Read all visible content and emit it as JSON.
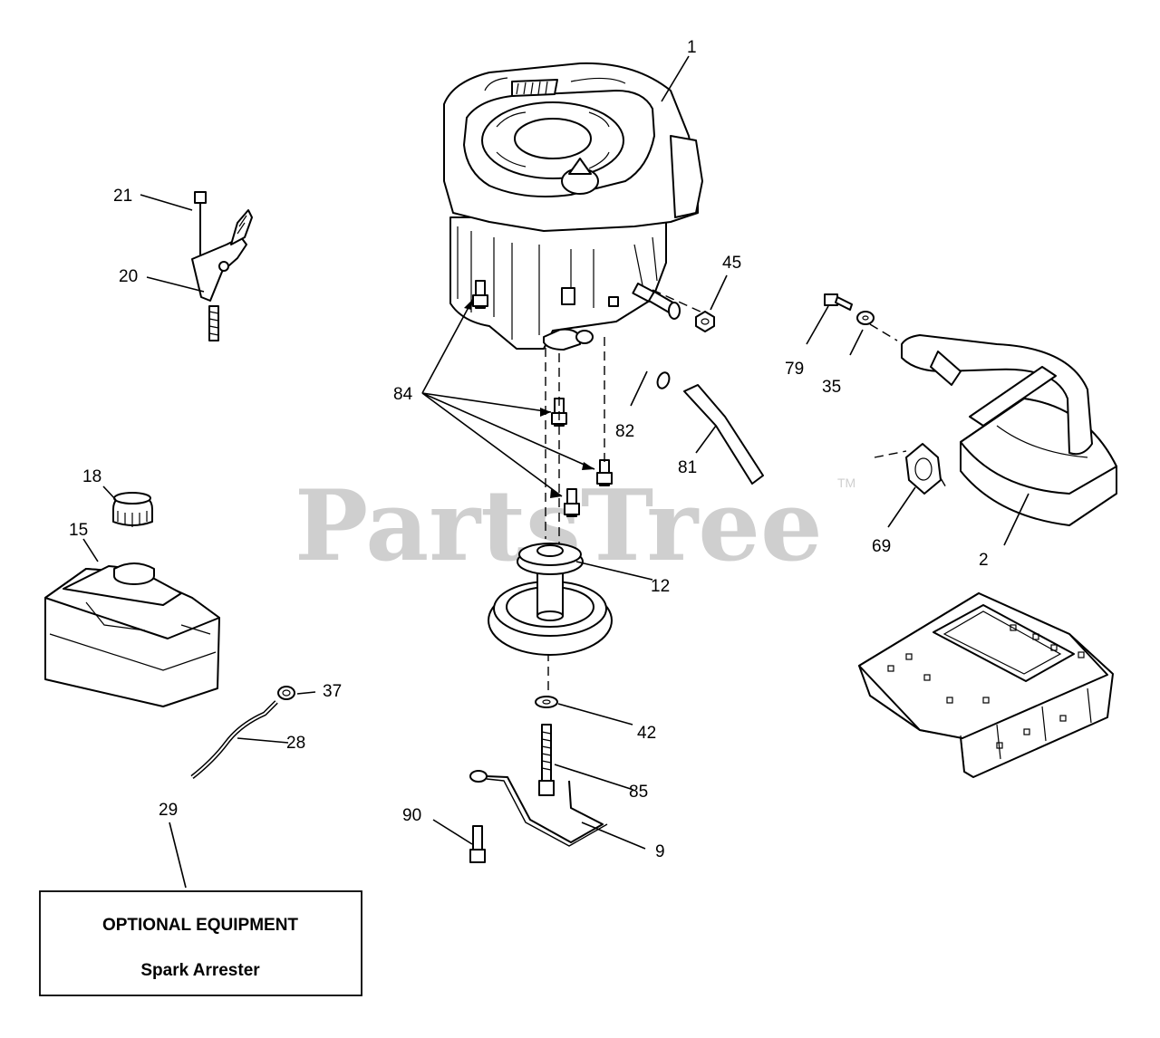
{
  "watermark": {
    "text": "PartsTree",
    "trademark": "TM"
  },
  "callouts": [
    {
      "id": "c1",
      "text": "1"
    },
    {
      "id": "c2",
      "text": "2"
    },
    {
      "id": "c9",
      "text": "9"
    },
    {
      "id": "c12",
      "text": "12"
    },
    {
      "id": "c15",
      "text": "15"
    },
    {
      "id": "c18",
      "text": "18"
    },
    {
      "id": "c20",
      "text": "20"
    },
    {
      "id": "c21",
      "text": "21"
    },
    {
      "id": "c28",
      "text": "28"
    },
    {
      "id": "c29",
      "text": "29"
    },
    {
      "id": "c35",
      "text": "35"
    },
    {
      "id": "c37",
      "text": "37"
    },
    {
      "id": "c42",
      "text": "42"
    },
    {
      "id": "c45",
      "text": "45"
    },
    {
      "id": "c69",
      "text": "69"
    },
    {
      "id": "c79",
      "text": "79"
    },
    {
      "id": "c81",
      "text": "81"
    },
    {
      "id": "c82",
      "text": "82"
    },
    {
      "id": "c84",
      "text": "84"
    },
    {
      "id": "c85",
      "text": "85"
    },
    {
      "id": "c90",
      "text": "90"
    }
  ],
  "optional_box": {
    "title": "OPTIONAL EQUIPMENT",
    "item": "Spark Arrester"
  }
}
